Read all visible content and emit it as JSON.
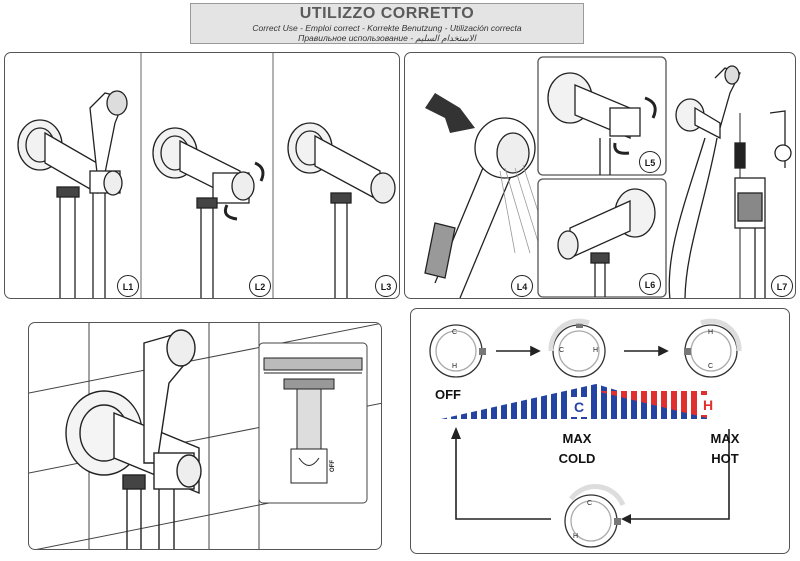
{
  "header": {
    "title": "UTILIZZO CORRETTO",
    "line1": "Correct Use  -  Emploi correct  -  Korrekte Benutzung  -  Utilización correcta",
    "line2": "Правильное использование  -  الاستخدام السليم"
  },
  "steps": [
    "L1",
    "L2",
    "L3",
    "L4",
    "L5",
    "L6",
    "L7"
  ],
  "detail_label": "OFF",
  "dial_letters": {
    "cold": "C",
    "hot": "H"
  },
  "temperature": {
    "off_label": "OFF",
    "max_cold_line1": "MAX",
    "max_cold_line2": "COLD",
    "max_hot_line1": "MAX",
    "max_hot_line2": "HOT",
    "cold_letter": "C",
    "hot_letter": "H"
  },
  "colors": {
    "cold": "#2344a3",
    "hot": "#e02f2f",
    "indicator": "#d9d9d9",
    "gray": "#9a9a9a"
  }
}
